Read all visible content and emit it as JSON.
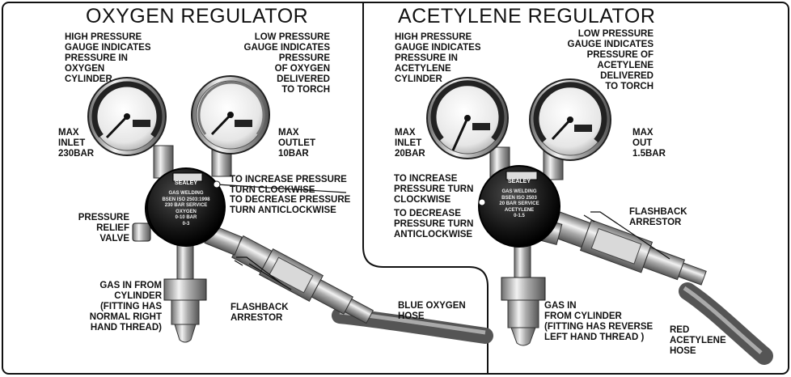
{
  "oxygen": {
    "title": "OXYGEN REGULATOR",
    "high_gauge": "HIGH PRESSURE\nGAUGE INDICATES\nPRESSURE IN\nOXYGEN\nCYLINDER",
    "low_gauge": "LOW PRESSURE\nGAUGE INDICATES\nPRESSURE\nOF OXYGEN\nDELIVERED\nTO TORCH",
    "max_inlet": "MAX\nINLET\n230BAR",
    "max_outlet": "MAX\nOUTLET\n10BAR",
    "increase": "TO INCREASE PRESSURE\nTURN CLOCKWISE",
    "decrease": "TO DECREASE PRESSURE\nTURN ANTICLOCKWISE",
    "relief_valve": "PRESSURE\nRELIEF\nVALVE",
    "gas_in": "GAS IN FROM\nCYLINDER\n(FITTING HAS\nNORMAL RIGHT\nHAND THREAD)",
    "flashback": "FLASHBACK\nARRESTOR",
    "hose": "BLUE OXYGEN\nHOSE",
    "knob_brand": "SEALEY",
    "knob_text": "GAS WELDING\nBSEN ISO 2503:1998\n230 BAR SERVICE\nOXYGEN\n0-10 BAR\n0-3"
  },
  "acetylene": {
    "title": "ACETYLENE REGULATOR",
    "high_gauge": "HIGH PRESSURE\nGAUGE INDICATES\nPRESSURE IN\nACETYLENE\nCYLINDER",
    "low_gauge": "LOW PRESSURE\nGAUGE INDICATES\nPRESSURE OF\nACETYLENE\nDELIVERED\nTO TORCH",
    "max_inlet": "MAX\nINLET\n20BAR",
    "max_out": "MAX\nOUT\n1.5BAR",
    "increase": "TO INCREASE\nPRESSURE TURN\nCLOCKWISE",
    "decrease": "TO DECREASE\nPRESSURE TURN\nANTICLOCKWISE",
    "flashback": "FLASHBACK\nARRESTOR",
    "gas_in": "GAS IN\nFROM CYLINDER\n(FITTING HAS REVERSE\nLEFT HAND THREAD )",
    "hose": "RED\nACETYLENE\nHOSE",
    "knob_brand": "SEALEY",
    "knob_text": "GAS WELDING\nBSEN ISO 2503\n20 BAR SERVICE\nACETYLENE\n0-1.5"
  }
}
